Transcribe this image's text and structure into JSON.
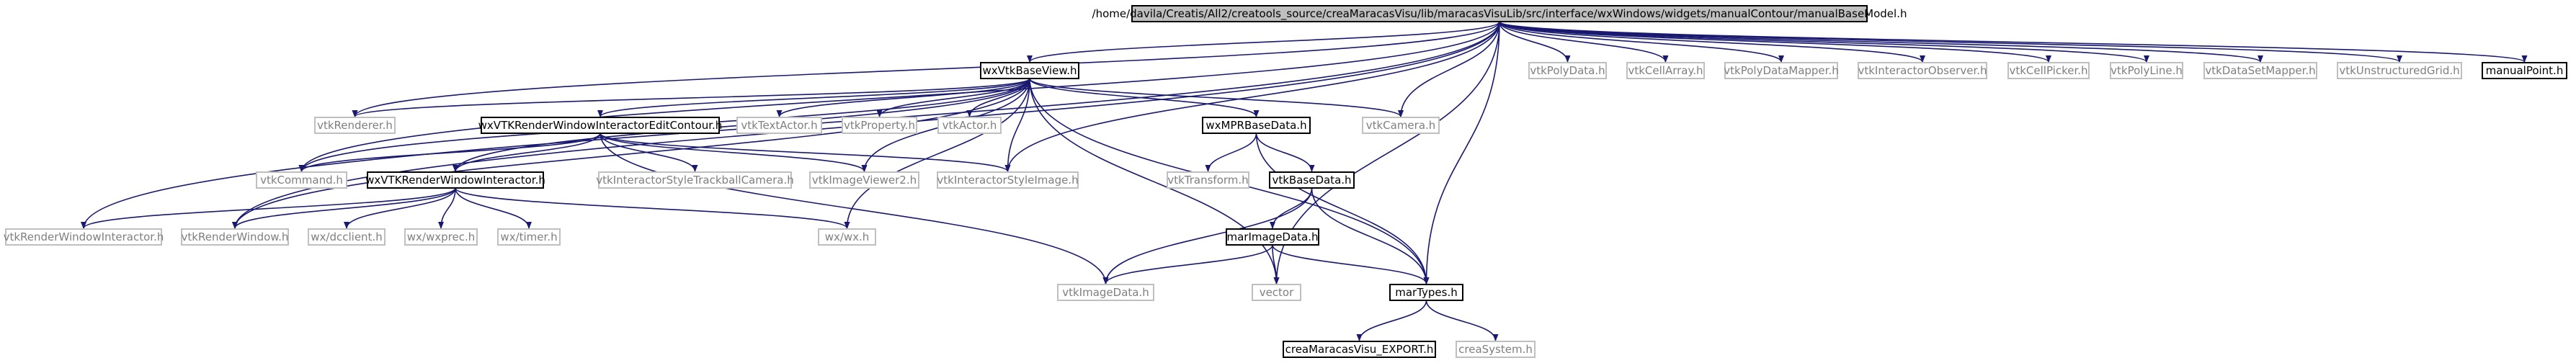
{
  "diagram": {
    "type": "include-dependency-graph",
    "colors": {
      "edge": "#191970",
      "root_fill": "#bfbfbf",
      "linked_border": "#000000",
      "external_border": "#bfbfbf",
      "external_text": "#7f7f7f",
      "linked_text": "#000000",
      "background": "#ffffff"
    },
    "nodes": [
      {
        "id": "root",
        "label": "/home/davila/Creatis/All2/creatools_source/creaMaracasVisu/lib/maracasVisuLib/src/interface/wxWindows/widgets/manualContour/manualBaseModel.h",
        "kind": "root"
      },
      {
        "id": "wxVtkBaseView",
        "label": "wxVtkBaseView.h",
        "kind": "linked"
      },
      {
        "id": "vtkPolyData",
        "label": "vtkPolyData.h",
        "kind": "external"
      },
      {
        "id": "vtkCellArray",
        "label": "vtkCellArray.h",
        "kind": "external"
      },
      {
        "id": "vtkPolyDataMapper",
        "label": "vtkPolyDataMapper.h",
        "kind": "external"
      },
      {
        "id": "vtkInteractorObserver",
        "label": "vtkInteractorObserver.h",
        "kind": "external"
      },
      {
        "id": "vtkCellPicker",
        "label": "vtkCellPicker.h",
        "kind": "external"
      },
      {
        "id": "vtkPolyLine",
        "label": "vtkPolyLine.h",
        "kind": "external"
      },
      {
        "id": "vtkDataSetMapper",
        "label": "vtkDataSetMapper.h",
        "kind": "external"
      },
      {
        "id": "vtkUnstructuredGrid",
        "label": "vtkUnstructuredGrid.h",
        "kind": "external"
      },
      {
        "id": "manualPoint",
        "label": "manualPoint.h",
        "kind": "linked"
      },
      {
        "id": "vtkRenderer",
        "label": "vtkRenderer.h",
        "kind": "external"
      },
      {
        "id": "wxVTKRWIEditContour",
        "label": "wxVTKRenderWindowInteractorEditContour.h",
        "kind": "linked"
      },
      {
        "id": "vtkTextActor",
        "label": "vtkTextActor.h",
        "kind": "external"
      },
      {
        "id": "vtkProperty",
        "label": "vtkProperty.h",
        "kind": "external"
      },
      {
        "id": "vtkActor",
        "label": "vtkActor.h",
        "kind": "external"
      },
      {
        "id": "wxMPRBaseData",
        "label": "wxMPRBaseData.h",
        "kind": "linked"
      },
      {
        "id": "vtkCamera",
        "label": "vtkCamera.h",
        "kind": "external"
      },
      {
        "id": "vtkCommand",
        "label": "vtkCommand.h",
        "kind": "external"
      },
      {
        "id": "wxVTKRWI",
        "label": "wxVTKRenderWindowInteractor.h",
        "kind": "linked"
      },
      {
        "id": "vtkISTrackball",
        "label": "vtkInteractorStyleTrackballCamera.h",
        "kind": "external"
      },
      {
        "id": "vtkImageViewer2",
        "label": "vtkImageViewer2.h",
        "kind": "external"
      },
      {
        "id": "vtkInteractorStyleImage",
        "label": "vtkInteractorStyleImage.h",
        "kind": "external"
      },
      {
        "id": "vtkTransform",
        "label": "vtkTransform.h",
        "kind": "external"
      },
      {
        "id": "vtkBaseData",
        "label": "vtkBaseData.h",
        "kind": "linked"
      },
      {
        "id": "vtkRenderWindowInteractor",
        "label": "vtkRenderWindowInteractor.h",
        "kind": "external"
      },
      {
        "id": "vtkRenderWindow",
        "label": "vtkRenderWindow.h",
        "kind": "external"
      },
      {
        "id": "wxdcclient",
        "label": "wx/dcclient.h",
        "kind": "external"
      },
      {
        "id": "wxwxprec",
        "label": "wx/wxprec.h",
        "kind": "external"
      },
      {
        "id": "wxtimer",
        "label": "wx/timer.h",
        "kind": "external"
      },
      {
        "id": "wxwx",
        "label": "wx/wx.h",
        "kind": "external"
      },
      {
        "id": "marImageData",
        "label": "marImageData.h",
        "kind": "linked"
      },
      {
        "id": "vtkImageData",
        "label": "vtkImageData.h",
        "kind": "external"
      },
      {
        "id": "vector",
        "label": "vector",
        "kind": "external"
      },
      {
        "id": "marTypes",
        "label": "marTypes.h",
        "kind": "linked"
      },
      {
        "id": "creaMaracasVisuExport",
        "label": "creaMaracasVisu_EXPORT.h",
        "kind": "linked"
      },
      {
        "id": "creaSystem",
        "label": "creaSystem.h",
        "kind": "external"
      }
    ],
    "edges": [
      [
        "root",
        "wxVtkBaseView"
      ],
      [
        "root",
        "vtkPolyData"
      ],
      [
        "root",
        "vtkCellArray"
      ],
      [
        "root",
        "vtkPolyDataMapper"
      ],
      [
        "root",
        "vtkInteractorObserver"
      ],
      [
        "root",
        "vtkCellPicker"
      ],
      [
        "root",
        "vtkPolyLine"
      ],
      [
        "root",
        "vtkDataSetMapper"
      ],
      [
        "root",
        "vtkUnstructuredGrid"
      ],
      [
        "root",
        "manualPoint"
      ],
      [
        "root",
        "vtkRenderer"
      ],
      [
        "root",
        "vtkCamera"
      ],
      [
        "root",
        "vtkCommand"
      ],
      [
        "root",
        "vtkRenderWindowInteractor"
      ],
      [
        "root",
        "vtkRenderWindow"
      ],
      [
        "root",
        "vtkInteractorStyleImage"
      ],
      [
        "root",
        "vector"
      ],
      [
        "root",
        "marTypes"
      ],
      [
        "wxVtkBaseView",
        "vtkRenderer"
      ],
      [
        "wxVtkBaseView",
        "wxVTKRWIEditContour"
      ],
      [
        "wxVtkBaseView",
        "vtkTextActor"
      ],
      [
        "wxVtkBaseView",
        "vtkProperty"
      ],
      [
        "wxVtkBaseView",
        "vtkActor"
      ],
      [
        "wxVtkBaseView",
        "wxMPRBaseData"
      ],
      [
        "wxVtkBaseView",
        "vtkCamera"
      ],
      [
        "wxVtkBaseView",
        "wxVTKRWI"
      ],
      [
        "wxVtkBaseView",
        "vtkImageViewer2"
      ],
      [
        "wxVtkBaseView",
        "vtkInteractorStyleImage"
      ],
      [
        "wxVtkBaseView",
        "vtkRenderWindow"
      ],
      [
        "wxVtkBaseView",
        "vtkCommand"
      ],
      [
        "wxVtkBaseView",
        "vector"
      ],
      [
        "wxVtkBaseView",
        "marTypes"
      ],
      [
        "wxVtkBaseView",
        "wxwx"
      ],
      [
        "wxVTKRWIEditContour",
        "vtkCommand"
      ],
      [
        "wxVTKRWIEditContour",
        "wxVTKRWI"
      ],
      [
        "wxVTKRWIEditContour",
        "vtkISTrackball"
      ],
      [
        "wxVTKRWIEditContour",
        "vtkImageViewer2"
      ],
      [
        "wxVTKRWIEditContour",
        "vtkInteractorStyleImage"
      ],
      [
        "wxVTKRWIEditContour",
        "vtkImageData"
      ],
      [
        "wxVTKRWI",
        "vtkRenderWindowInteractor"
      ],
      [
        "wxVTKRWI",
        "vtkRenderWindow"
      ],
      [
        "wxVTKRWI",
        "wxdcclient"
      ],
      [
        "wxVTKRWI",
        "wxwxprec"
      ],
      [
        "wxVTKRWI",
        "wxtimer"
      ],
      [
        "wxVTKRWI",
        "wxwx"
      ],
      [
        "wxMPRBaseData",
        "vtkTransform"
      ],
      [
        "wxMPRBaseData",
        "vtkBaseData"
      ],
      [
        "wxMPRBaseData",
        "marTypes"
      ],
      [
        "vtkBaseData",
        "marImageData"
      ],
      [
        "vtkBaseData",
        "vtkImageData"
      ],
      [
        "vtkBaseData",
        "marTypes"
      ],
      [
        "marImageData",
        "vtkImageData"
      ],
      [
        "marImageData",
        "vector"
      ],
      [
        "marImageData",
        "marTypes"
      ],
      [
        "marTypes",
        "creaMaracasVisuExport"
      ],
      [
        "marTypes",
        "creaSystem"
      ]
    ]
  }
}
